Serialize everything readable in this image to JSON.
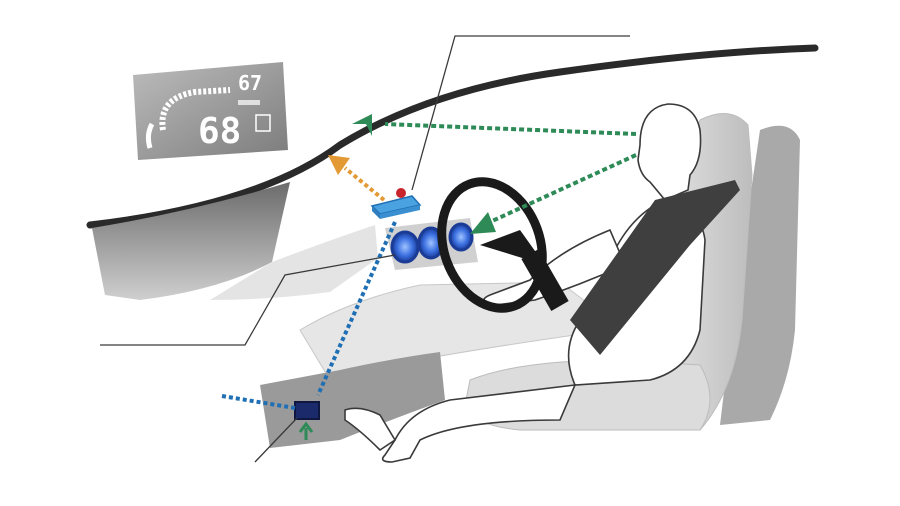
{
  "hud_display": {
    "speed_value": "68",
    "secondary_value": "67"
  },
  "colors": {
    "windshield": "#2a2a2a",
    "dashboard_dark": "#555555",
    "dashboard_light": "#d9d9d9",
    "seat_light": "#e0e0e0",
    "seat_shadow": "#a9a9a9",
    "projection_path": "#1f6fb5",
    "sight_line": "#2e8b57",
    "reflection_line": "#e39a35",
    "gauge_ring": "#2b5dd1",
    "hud_unit": "#4aa3e0",
    "hud_panel": "#8f8f8f"
  },
  "icons": {
    "driver": "driver-figure",
    "seat": "car-seat",
    "steering": "steering-wheel",
    "projector": "hud-projector-box",
    "display": "hud-virtual-image"
  }
}
